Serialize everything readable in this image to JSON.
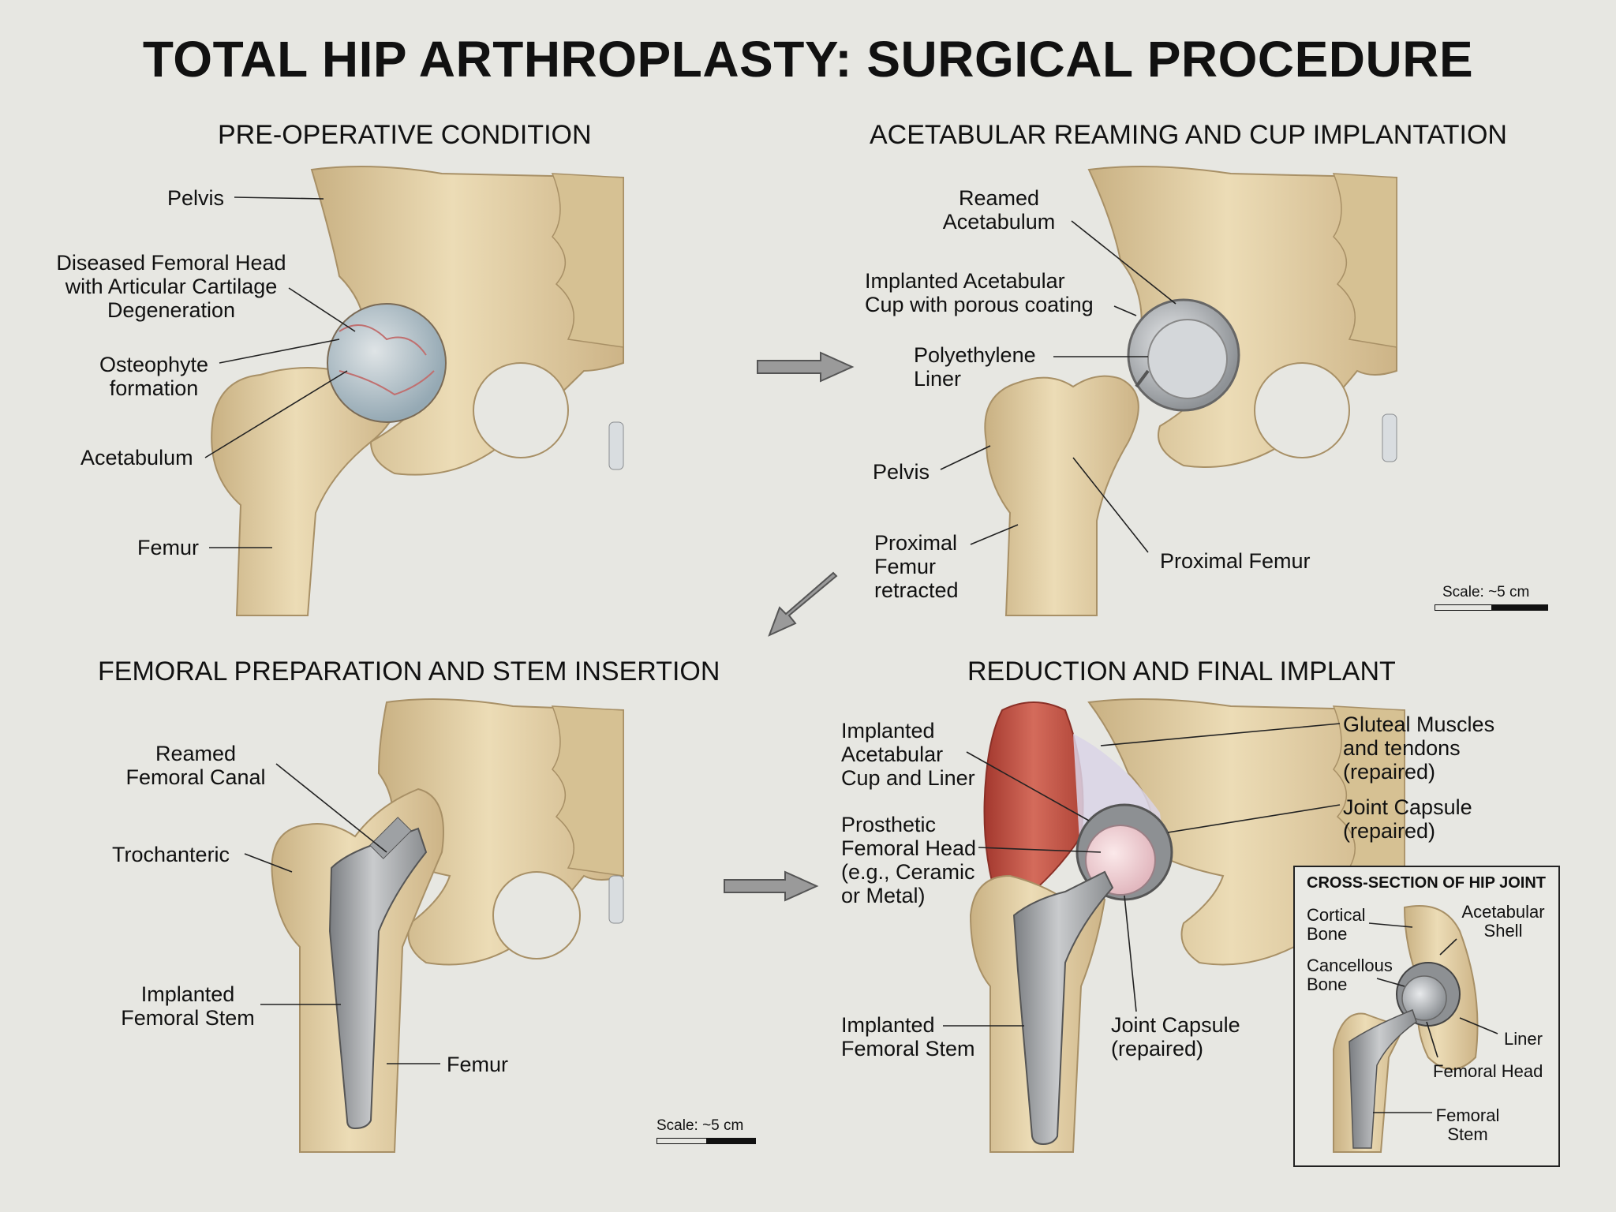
{
  "title": "TOTAL HIP ARTHROPLASTY: SURGICAL PROCEDURE",
  "colors": {
    "bone": "#e2cfa4",
    "bone_shadow": "#c6ae7d",
    "metal": "#a9abad",
    "cartilage": "#bcc8cf",
    "muscle": "#c1574a",
    "background": "#e7e7e2"
  },
  "panels": {
    "preop": {
      "title": "PRE-OPERATIVE CONDITION",
      "labels": {
        "pelvis": "Pelvis",
        "diseased_1": "Diseased Femoral Head",
        "diseased_2": "with Articular Cartilage",
        "diseased_3": "Degeneration",
        "osteo_1": "Osteophyte",
        "osteo_2": "formation",
        "acetabulum": "Acetabulum",
        "femur": "Femur"
      }
    },
    "reaming": {
      "title": "ACETABULAR REAMING AND CUP IMPLANTATION",
      "labels": {
        "reamed_1": "Reamed",
        "reamed_2": "Acetabulum",
        "cup_1": "Implanted Acetabular",
        "cup_2": "Cup with porous coating",
        "liner_1": "Polyethylene",
        "liner_2": "Liner",
        "pelvis": "Pelvis",
        "retracted_1": "Proximal",
        "retracted_2": "Femur",
        "retracted_3": "retracted",
        "proximal_femur": "Proximal Femur"
      },
      "scale": "Scale: ~5 cm"
    },
    "femoral": {
      "title": "FEMORAL PREPARATION AND STEM INSERTION",
      "labels": {
        "canal_1": "Reamed",
        "canal_2": "Femoral Canal",
        "troch": "Trochanteric",
        "stem_1": "Implanted",
        "stem_2": "Femoral Stem",
        "femur": "Femur"
      },
      "scale": "Scale: ~5 cm"
    },
    "final": {
      "title": "REDUCTION AND FINAL IMPLANT",
      "labels": {
        "cupliner_1": "Implanted",
        "cupliner_2": "Acetabular",
        "cupliner_3": "Cup and Liner",
        "head_1": "Prosthetic",
        "head_2": "Femoral Head",
        "head_3": "(e.g., Ceramic",
        "head_4": "or Metal)",
        "stem_1": "Implanted",
        "stem_2": "Femoral Stem",
        "glut_1": "Gluteal Muscles",
        "glut_2": "and tendons",
        "glut_3": "(repaired)",
        "caps_1": "Joint Capsule",
        "caps_2": "(repaired)",
        "caps2_1": "Joint Capsule",
        "caps2_2": "(repaired)"
      }
    }
  },
  "inset": {
    "title": "CROSS-SECTION OF HIP JOINT",
    "labels": {
      "cortical_1": "Cortical",
      "cortical_2": "Bone",
      "cancellous_1": "Cancellous",
      "cancellous_2": "Bone",
      "shell_1": "Acetabular",
      "shell_2": "Shell",
      "liner": "Liner",
      "head": "Femoral Head",
      "stem_1": "Femoral",
      "stem_2": "Stem"
    }
  }
}
